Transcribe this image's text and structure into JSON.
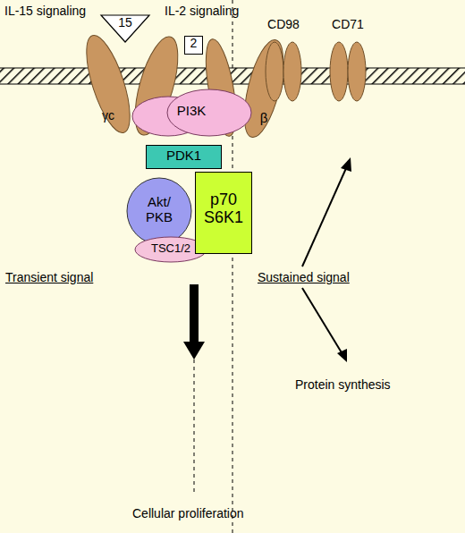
{
  "diagram": {
    "nodes": [
      {
        "text": [
          "15"
        ]
      },
      {
        "text": [
          "γc"
        ]
      },
      {
        "text": [
          "β"
        ]
      },
      {
        "text": [
          "2"
        ]
      },
      {
        "text": [
          "γc"
        ]
      },
      {
        "text": [
          "β"
        ]
      },
      {
        "text": [
          "CD98"
        ]
      },
      {
        "text": [
          "CD71"
        ]
      },
      {
        "text": [
          "PI3K"
        ]
      },
      {
        "text": [
          "PDK1"
        ]
      },
      {
        "text": [
          "Akt/ PKB"
        ]
      },
      {
        "text": [
          "TSC1/2"
        ]
      },
      {
        "text": [
          "p70 S6K1"
        ]
      }
    ],
    "labels": [
      "IL-15 signaling",
      "IL-2 signaling",
      "Transient signal",
      "Sustained signal",
      "Protein synthesis",
      "Cellular proliferation"
    ]
  }
}
